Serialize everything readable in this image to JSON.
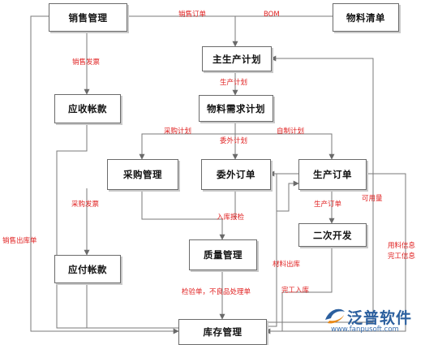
{
  "nodes": {
    "sales_mgmt": "销售管理",
    "bom_list": "物料清单",
    "master_plan": "主生产计划",
    "receivables": "应收帐款",
    "mrp": "物料需求计划",
    "purchase_mgmt": "采购管理",
    "outsource_order": "委外订单",
    "production_order": "生产订单",
    "secondary_dev": "二次开发",
    "payables": "应付帐款",
    "quality_mgmt": "质量管理",
    "inventory_mgmt": "库存管理"
  },
  "edge_labels": {
    "sales_order": "销售订单",
    "bom": "BOM",
    "sales_invoice": "销售发票",
    "production_plan": "生产计划",
    "purchase_plan": "采购计划",
    "outsource_plan": "委外计划",
    "self_made_plan": "自制计划",
    "purchase_invoice": "采购发票",
    "inbound_check": "入库报检",
    "available_qty": "可用量",
    "material_issue": "材料出库",
    "finished_inbound": "完工入库",
    "inspection_defects": "检验单，不良品处理单",
    "sales_outbound": "销售出库单",
    "material_info_line1": "用料信息",
    "material_info_line2": "完工信息",
    "production_order_edge": "生产订单"
  },
  "brand": {
    "name": "泛普软件",
    "url": "www.fanpusoft.com"
  },
  "colors": {
    "line": "#7a7a7a",
    "label": "#e01f1f",
    "brand": "#2b5f9e"
  }
}
